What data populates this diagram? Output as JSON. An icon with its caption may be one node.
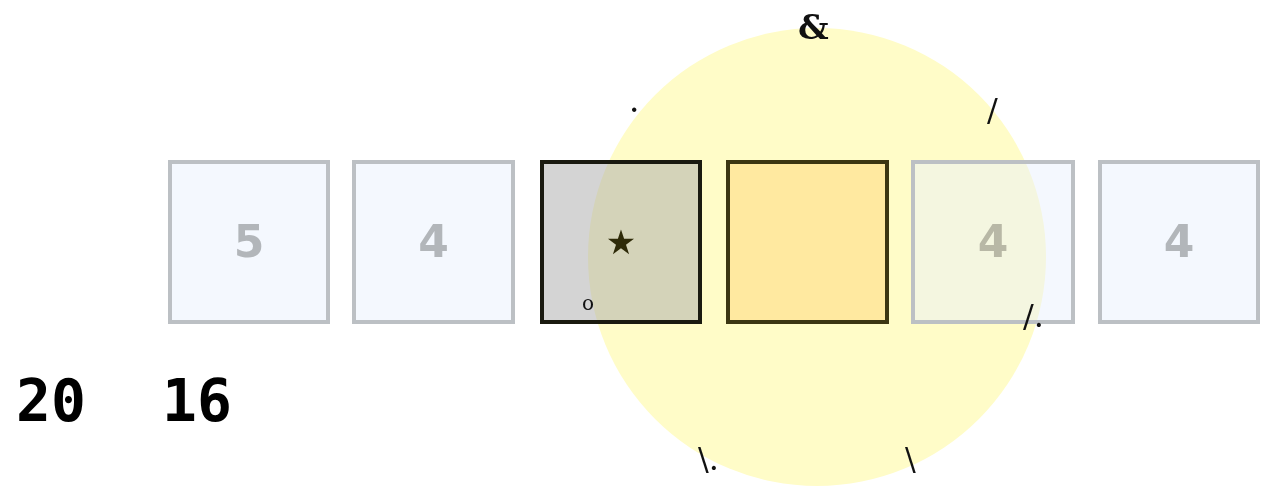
{
  "diagram": {
    "nodes": [
      {
        "text": [
          "5"
        ]
      },
      {
        "text": [
          "4"
        ]
      },
      {
        "text": [
          "★"
        ]
      },
      {
        "text": [],
        "shape": "circle"
      },
      {
        "text": [],
        "shape": "box",
        "in": 3
      },
      {
        "text": [
          "4"
        ]
      },
      {
        "text": [
          "4"
        ]
      }
    ],
    "labels": [
      "&",
      ".",
      "/",
      "o",
      "/.",
      "20",
      "16",
      "\\.",
      "\\"
    ]
  }
}
